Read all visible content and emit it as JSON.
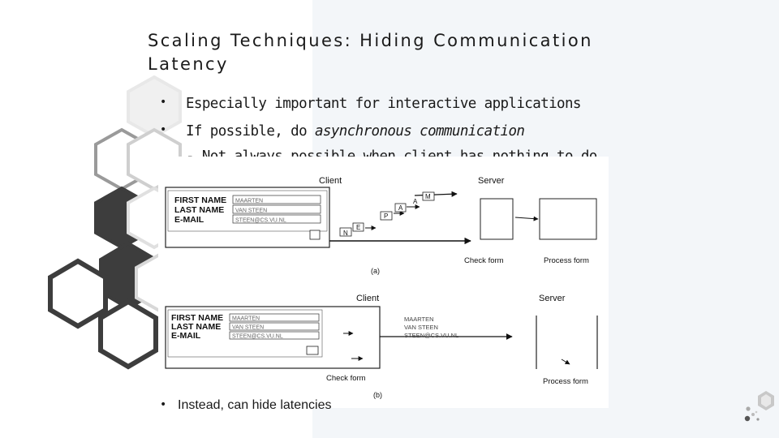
{
  "slide": {
    "title": "Scaling Techniques: Hiding Communication Latency",
    "bullets": [
      {
        "text": "Especially important for interactive applications"
      },
      {
        "prefix": "If possible, do ",
        "emphasis": "asynchronous communication"
      }
    ],
    "sub_bullet": "- Not always possible when client has nothing to do",
    "bottom_bullet": "Instead, can hide latencies",
    "bullet_glyph": "•"
  },
  "figure": {
    "a": {
      "client_label": "Client",
      "server_label": "Server",
      "fields": [
        "FIRST NAME",
        "LAST NAME",
        "E-MAIL"
      ],
      "values": [
        "MAARTEN",
        "VAN STEEN",
        "STEEN@CS.VU.NL"
      ],
      "packets": [
        "N",
        "E",
        "P",
        "A",
        "A",
        "M"
      ],
      "check_label": "Check form",
      "process_label": "Process form",
      "caption": "(a)"
    },
    "b": {
      "client_label": "Client",
      "server_label": "Server",
      "fields": [
        "FIRST NAME",
        "LAST NAME",
        "E-MAIL"
      ],
      "values": [
        "MAARTEN",
        "VAN STEEN",
        "STEEN@CS.VU.NL"
      ],
      "message_lines": [
        "MAARTEN",
        "VAN STEEN",
        "STEEN@CS.VU.NL"
      ],
      "check_label": "Check form",
      "process_label": "Process form",
      "caption": "(b)"
    }
  },
  "colors": {
    "hex_dark": "#3d3d3d",
    "hex_mid": "#8c8c8c",
    "hex_light": "#d8d8d8",
    "panel": "#f3f6f9"
  },
  "icons": {
    "logo": "hexagon-dots-logo"
  }
}
